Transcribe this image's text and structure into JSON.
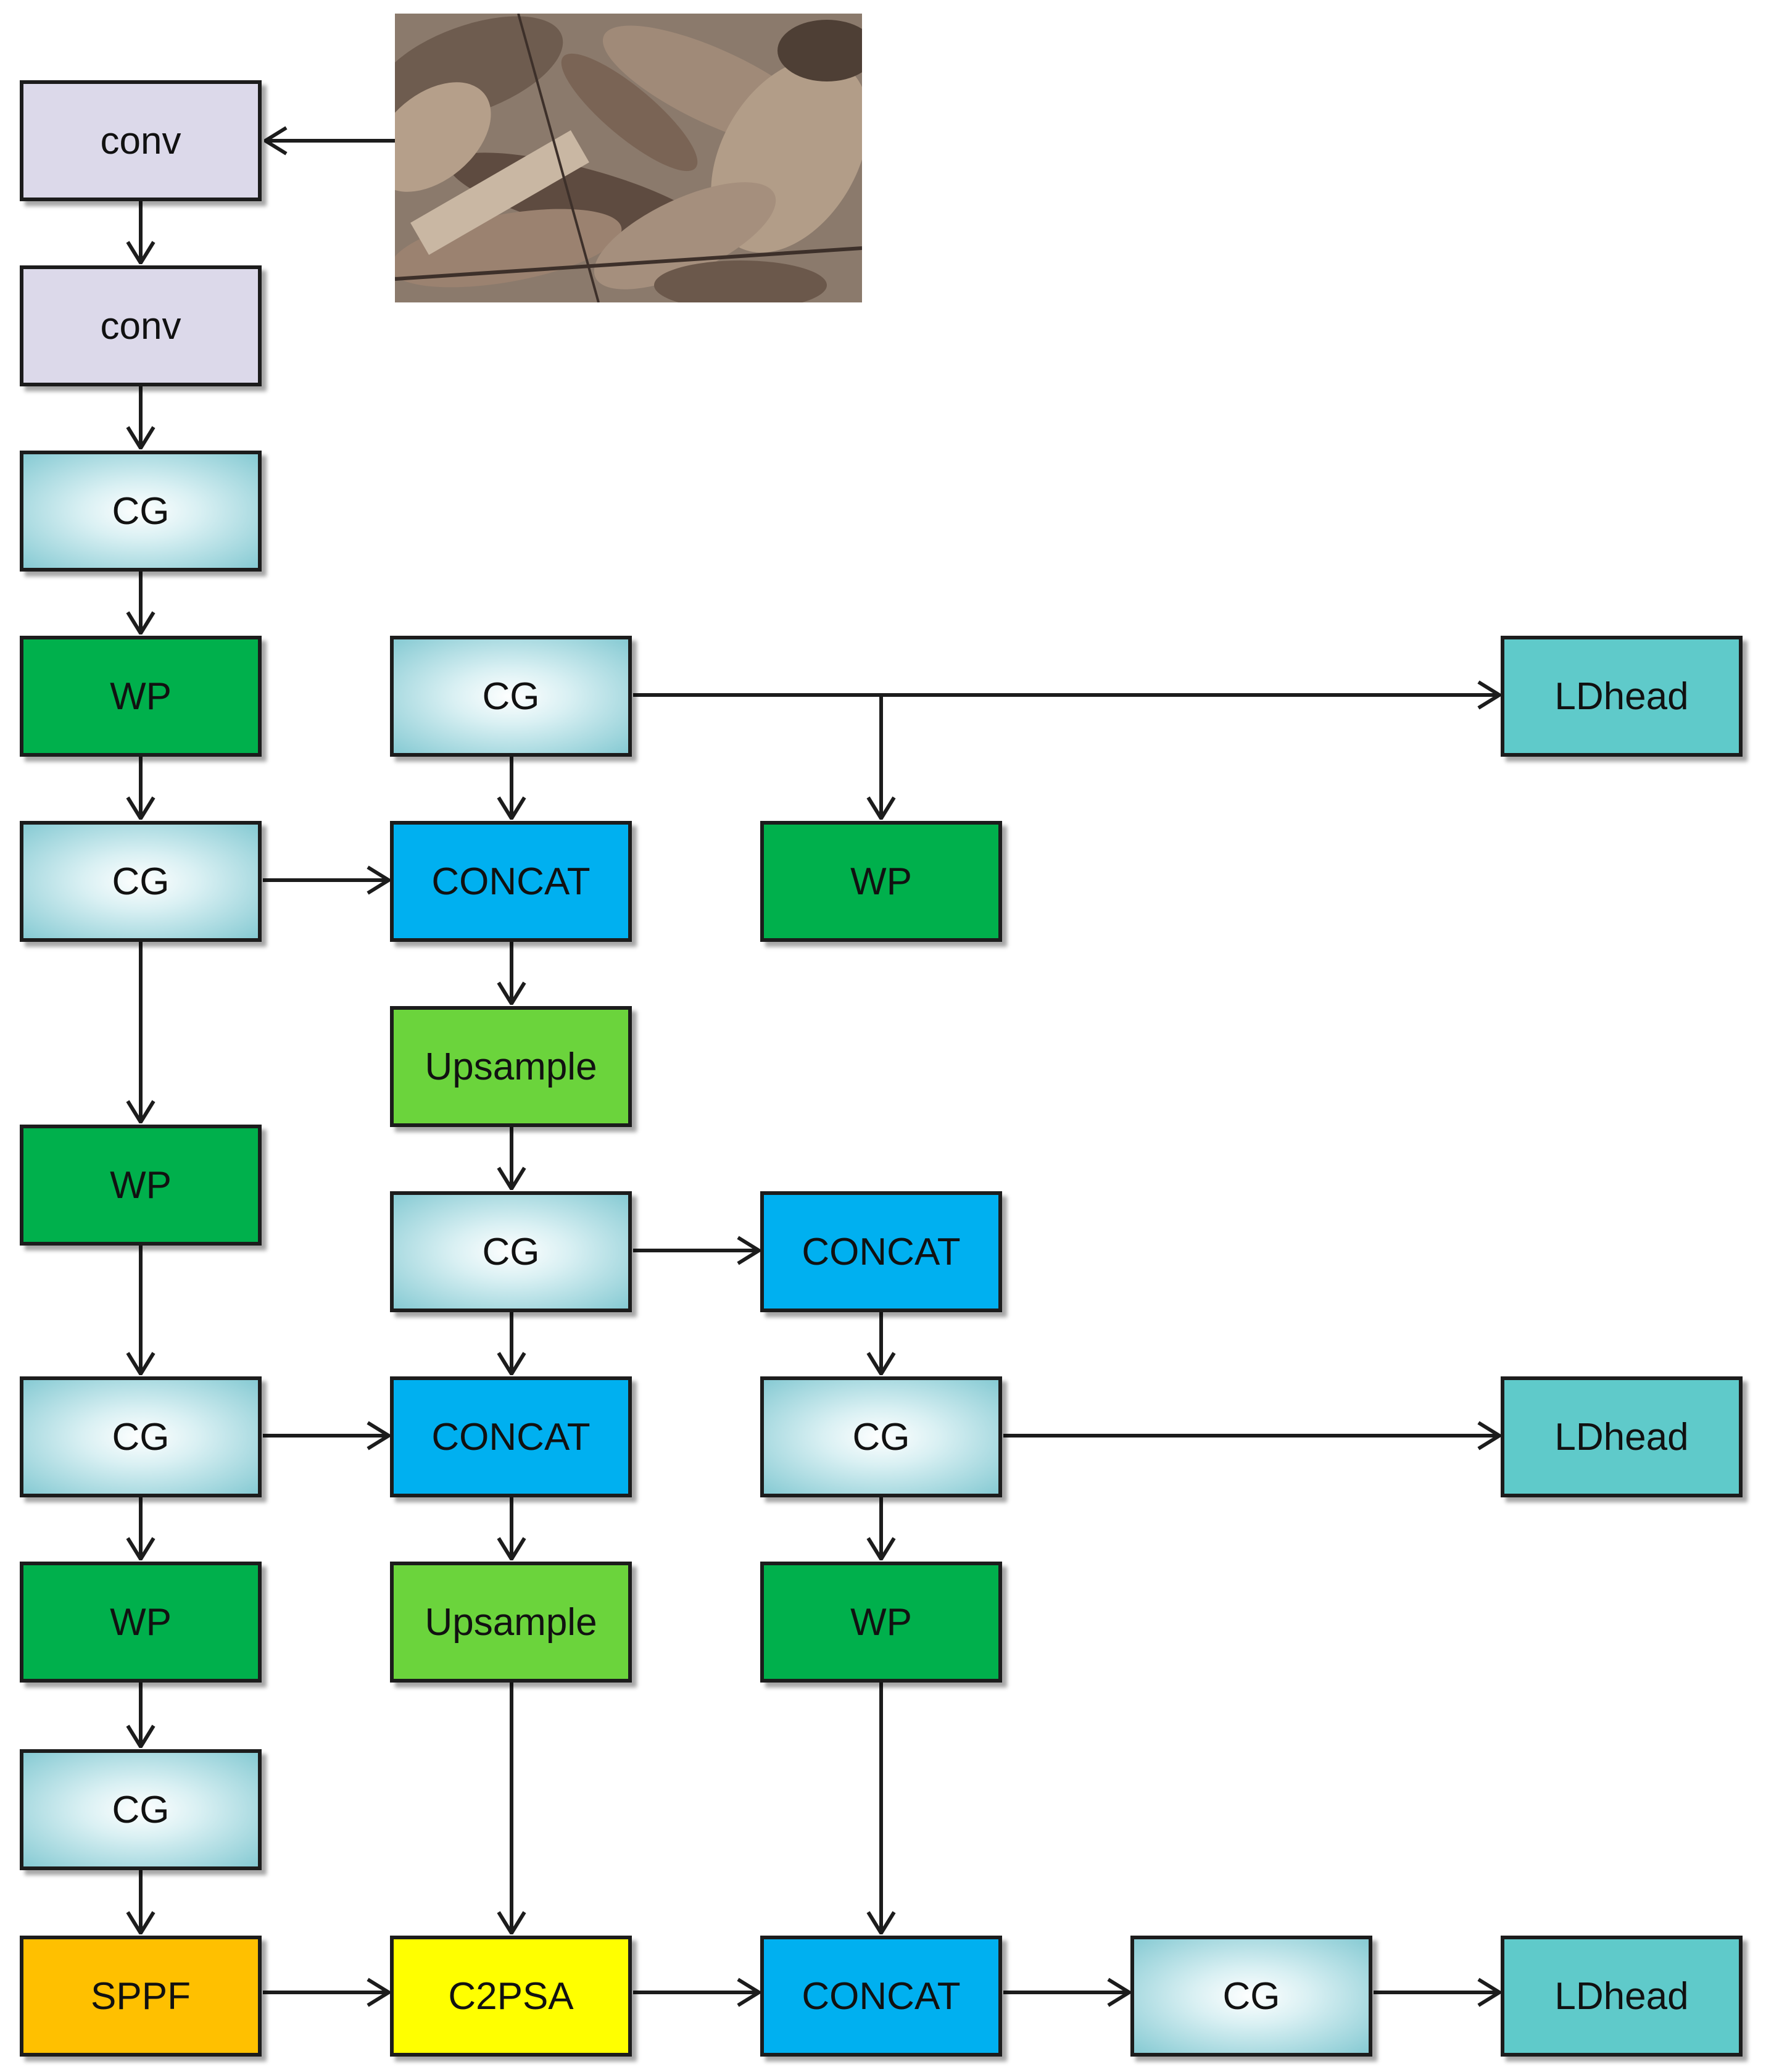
{
  "diagram": {
    "input_image": {
      "description_icon": "leaf-litter-photo-icon"
    },
    "nodes": {
      "n_conv1": "conv",
      "n_conv2": "conv",
      "n_cg1": "CG",
      "n_wp1": "WP",
      "n_cg2": "CG",
      "n_wp2": "WP",
      "n_cg3": "CG",
      "n_wp3": "WP",
      "n_cg4": "CG",
      "n_sppf": "SPPF",
      "n_cgtop": "CG",
      "n_concat1": "CONCAT",
      "n_up1": "Upsample",
      "n_cgmid": "CG",
      "n_concat2": "CONCAT",
      "n_up2": "Upsample",
      "n_c2psa": "C2PSA",
      "n_wptop": "WP",
      "n_concat3": "CONCAT",
      "n_cg3b": "CG",
      "n_wp3b": "WP",
      "n_concat4": "CONCAT",
      "n_cgbottom": "CG",
      "n_ld1": "LDhead",
      "n_ld2": "LDhead",
      "n_ld3": "LDhead"
    }
  },
  "colors": {
    "conv": "#dcd9ea",
    "cg": "#86cad3",
    "wp": "#00b04c",
    "concat": "#00b0f0",
    "upsample": "#6bd43c",
    "sppf": "#ffc000",
    "c2psa": "#ffff00",
    "ldhead": "#5fcaca",
    "edge": "#1c1c1c"
  }
}
